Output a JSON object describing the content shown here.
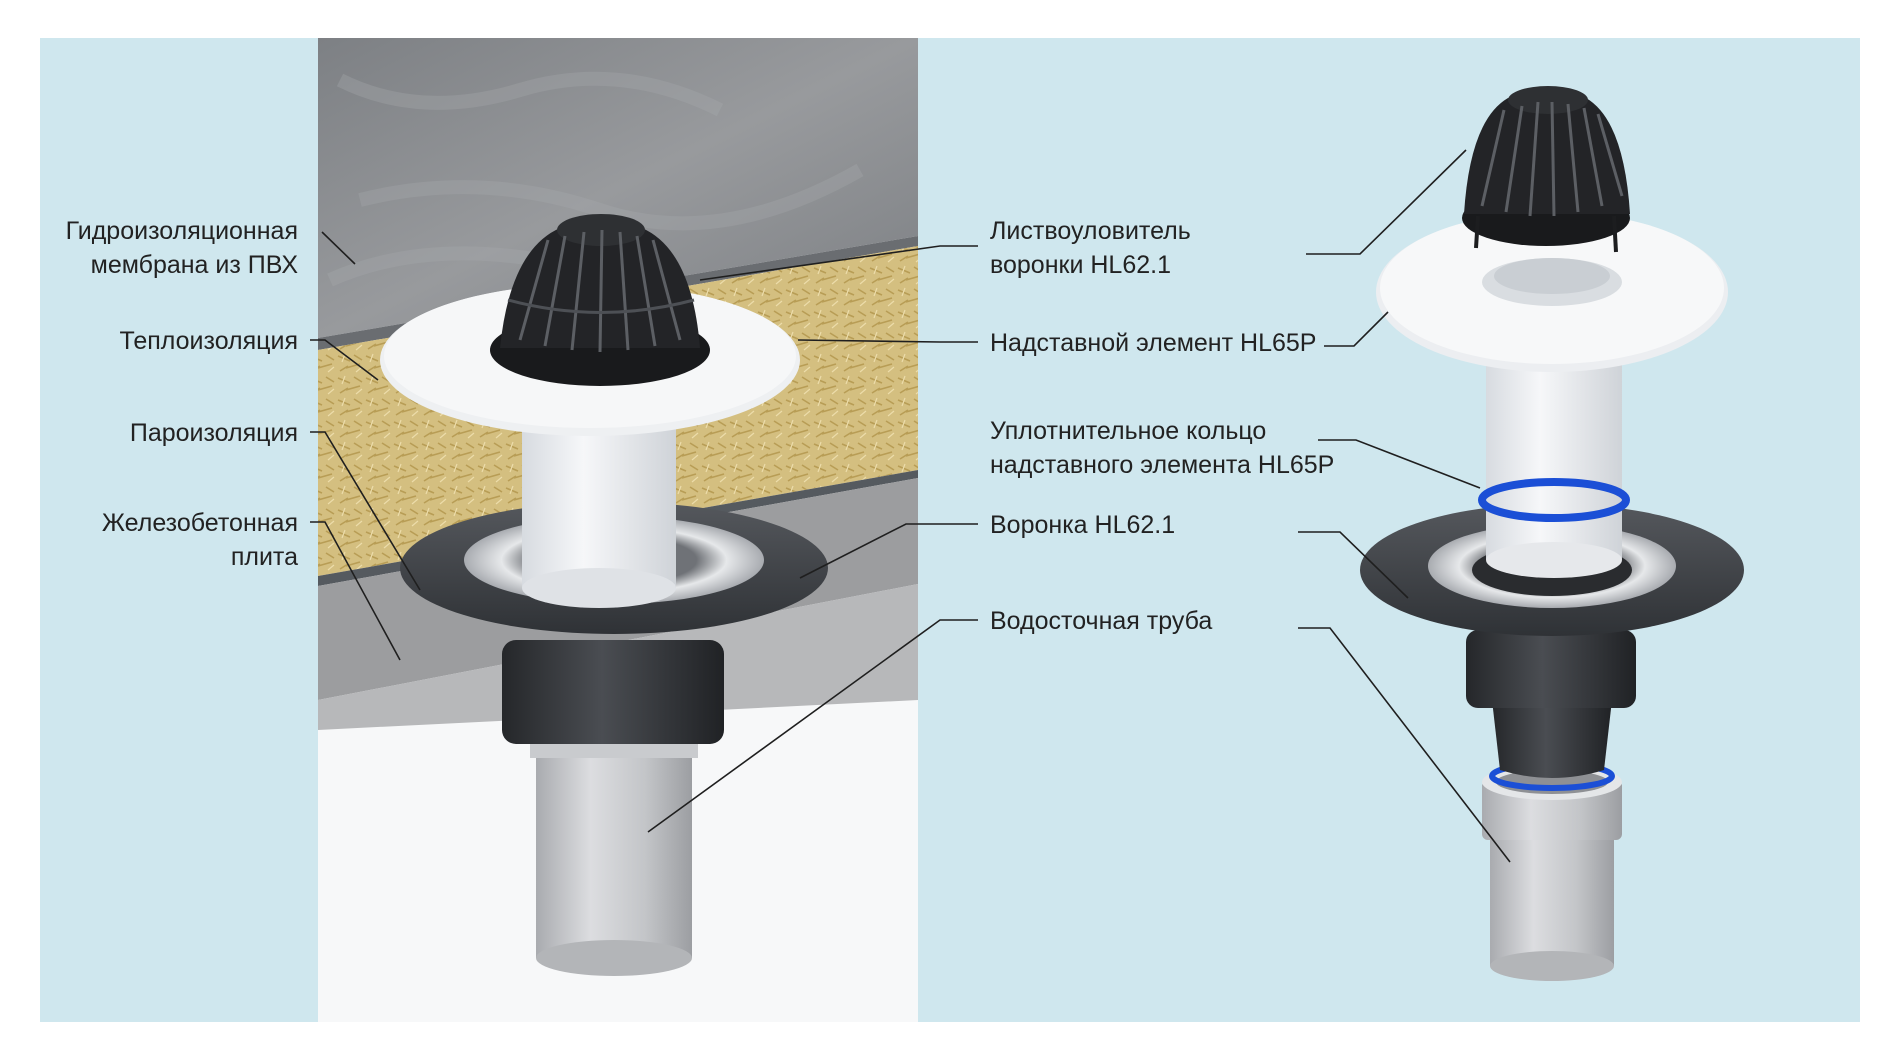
{
  "labels_left": [
    "Гидроизоляционная\nмембрана из ПВХ",
    "Теплоизоляция",
    "Пароизоляция",
    "Железобетонная\nплита"
  ],
  "labels_right": [
    "Листвоуловитель\nворонки HL62.1",
    "Надставной элемент HL65P",
    "Уплотнительное кольцо\nнадставного элемента HL65P",
    "Воронка HL62.1",
    "Водосточная труба"
  ],
  "colors": {
    "background_panel": "#cfe7ee",
    "membrane_gray": "#8a8c8f",
    "insulation_yellow": "#d6c183",
    "concrete_gray": "#9a9a9a",
    "funnel_dark": "#3e4146",
    "leaf_guard_black": "#1e1f21",
    "extension_white": "#f1f3f5",
    "seal_ring_blue": "#1b4fd6",
    "pipe_gray": "#c7c9cc"
  },
  "icons": [
    "leaf-guard-icon",
    "roof-drain-funnel-icon",
    "downpipe-icon"
  ]
}
